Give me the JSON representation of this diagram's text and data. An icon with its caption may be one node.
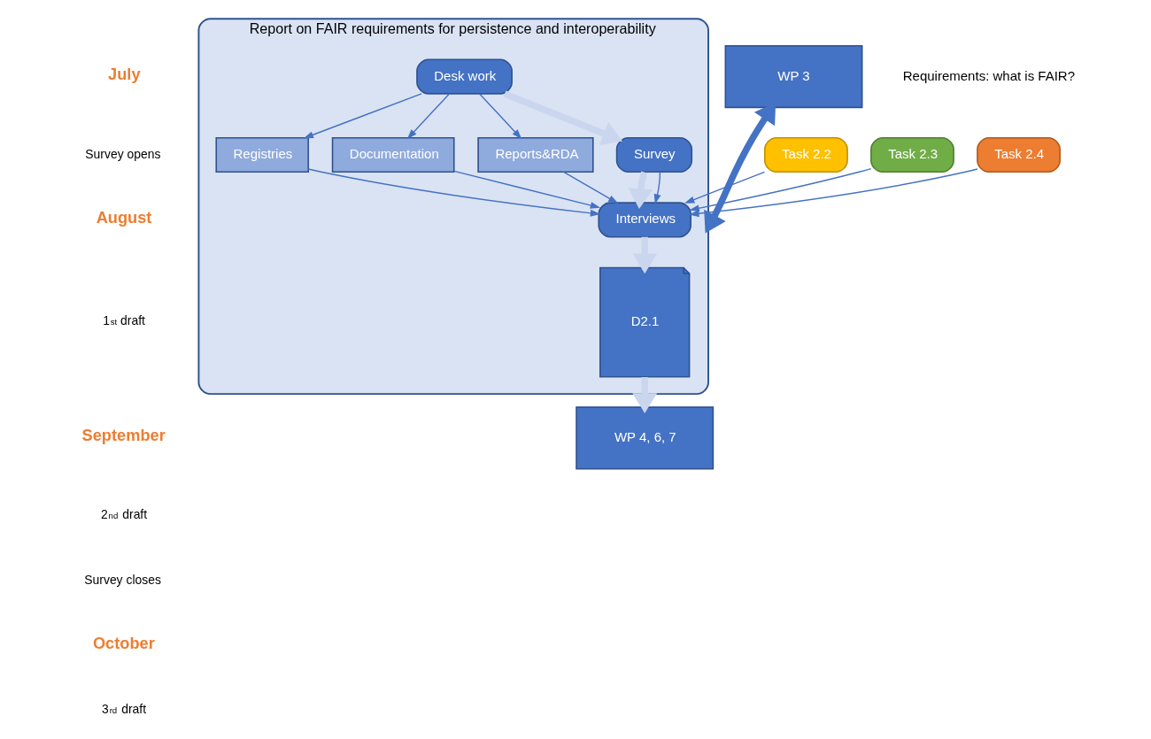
{
  "diagram": {
    "nodes": [
      {
        "text": [
          "Report on FAIR requirements for persistence and interoperability"
        ]
      },
      {
        "text": [
          "Desk work"
        ],
        "in": 0
      },
      {
        "text": [
          "Registries"
        ],
        "in": 0
      },
      {
        "text": [
          "Documentation"
        ],
        "in": 0
      },
      {
        "text": [
          "Reports&RDA"
        ],
        "in": 0
      },
      {
        "text": [
          "Survey"
        ],
        "in": 0
      },
      {
        "text": [
          "Interviews"
        ],
        "in": 0
      },
      {
        "text": [
          "D2.1"
        ],
        "in": 0
      },
      {
        "text": [
          "Task 2.2"
        ]
      },
      {
        "text": [
          "Task 2.3"
        ]
      },
      {
        "text": [
          "Task 2.4"
        ]
      },
      {
        "text": [
          "WP 3"
        ]
      },
      {
        "text": [
          "WP 4, 6, 7"
        ]
      }
    ],
    "edges": [
      {
        "from": 1,
        "to": 2,
        "arrow": "to"
      },
      {
        "from": 1,
        "to": 3,
        "arrow": "to"
      },
      {
        "from": 1,
        "to": 4,
        "arrow": "to"
      },
      {
        "from": 1,
        "to": 5,
        "arrow": "to",
        "style": "thick",
        "color": "#c9d6ee"
      },
      {
        "from": 5,
        "to": 6,
        "arrow": "to",
        "style": "thick",
        "color": "#c9d6ee"
      },
      {
        "from": 6,
        "to": 7,
        "arrow": "to",
        "style": "thick",
        "color": "#c9d6ee"
      },
      {
        "from": 7,
        "to": 12,
        "arrow": "to",
        "style": "thick",
        "color": "#c9d6ee"
      },
      {
        "from": 2,
        "to": 6,
        "arrow": "to"
      },
      {
        "from": 3,
        "to": 6,
        "arrow": "to"
      },
      {
        "from": 4,
        "to": 6,
        "arrow": "to"
      },
      {
        "from": 8,
        "to": 6,
        "arrow": "to"
      },
      {
        "from": 9,
        "to": 6,
        "arrow": "to"
      },
      {
        "from": 10,
        "to": 6,
        "arrow": "to"
      },
      {
        "from": 5,
        "to": 6,
        "arrow": "to"
      },
      {
        "from": 0,
        "to": 11,
        "arrow": "both",
        "style": "thick"
      }
    ],
    "labels": [
      "July",
      "Survey opens",
      "Requirements: what is FAIR?",
      "August",
      "1$^{st}$ draft",
      "September",
      "2$^{nd}$ draft",
      "Survey closes",
      "October",
      "3$^{rd}$ draft"
    ]
  }
}
